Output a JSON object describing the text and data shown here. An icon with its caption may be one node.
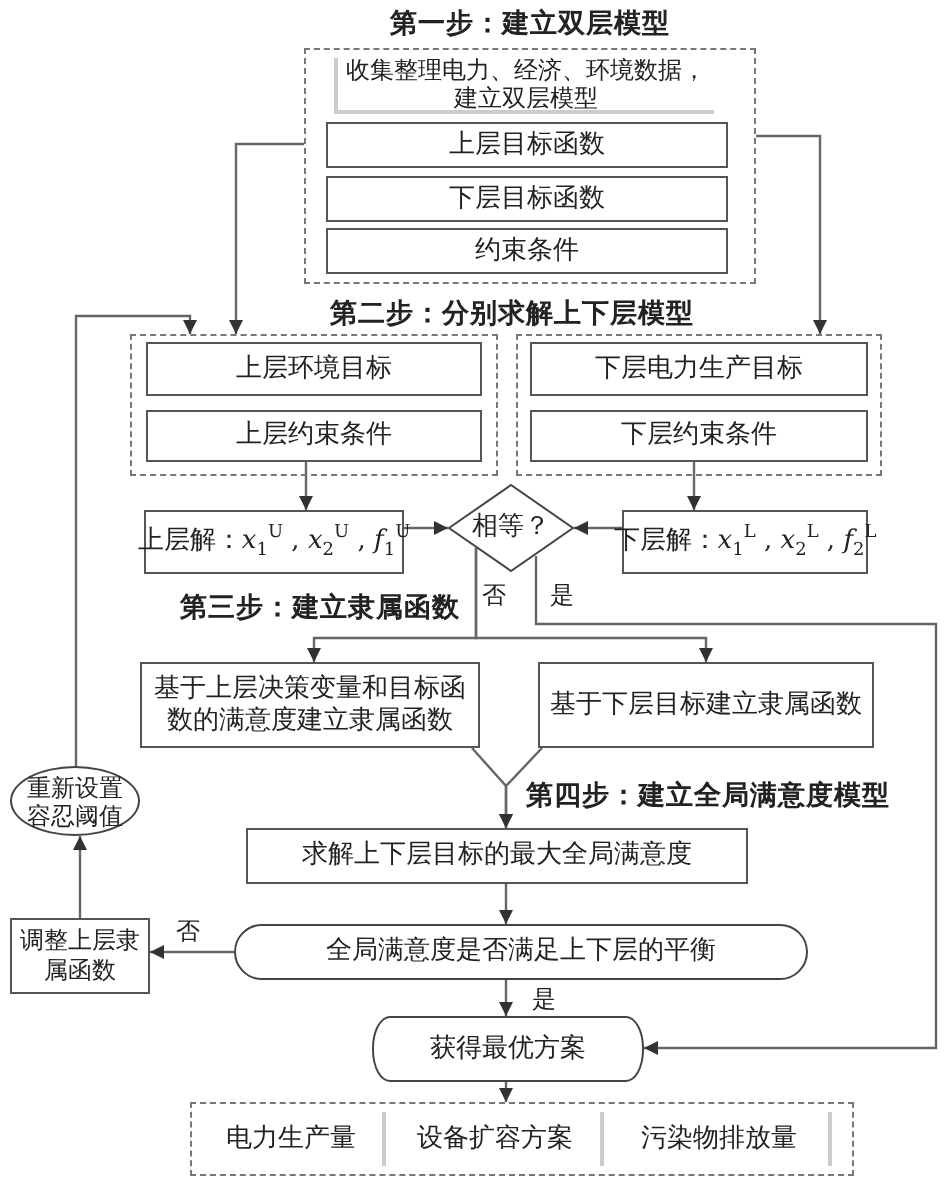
{
  "diagram": {
    "nodes": [
      {
        "text": [
          "第一步：建立双层模型"
        ]
      },
      {
        "text": [
          "收集整理电力、经济、环境数据，建立双层模型"
        ],
        "in": 0
      },
      {
        "text": [
          "上层目标函数"
        ],
        "in": 0
      },
      {
        "text": [
          "下层目标函数"
        ],
        "in": 0
      },
      {
        "text": [
          "约束条件"
        ],
        "in": 0
      },
      {
        "text": [],
        "shape": "box"
      },
      {
        "text": [
          "上层环境目标"
        ],
        "in": 5
      },
      {
        "text": [
          "上层约束条件"
        ],
        "in": 5
      },
      {
        "text": [],
        "shape": "box"
      },
      {
        "text": [
          "下层电力生产目标"
        ],
        "in": 8
      },
      {
        "text": [
          "下层约束条件"
        ],
        "in": 8
      },
      {
        "text": [
          "上层解：*x*$_{1}$$^{U}$ , *x*$_{2}$$^{U}$ , *f*$_{1}$$^{U}$"
        ]
      },
      {
        "text": [
          "相等？"
        ]
      },
      {
        "text": [
          "下层解：*x*$_{1}$$^{L}$ , *x*$_{2}$$^{L}$ , *f*$_{2}$$^{L}$"
        ]
      },
      {
        "text": [
          "基于上层决策变量和目标函数的满意度建立隶属函数"
        ]
      },
      {
        "text": [
          "基于下层目标建立隶属函数"
        ]
      },
      {
        "text": [
          "求解上下层目标的最大全局满意度"
        ]
      },
      {
        "text": [
          "全局满意度是否满足上下层的平衡"
        ]
      },
      {
        "text": [
          "获得最优方案"
        ]
      },
      {
        "text": [],
        "shape": "box"
      },
      {
        "text": [
          "电力生产量"
        ],
        "in": 19
      },
      {
        "text": [
          "设备扩容方案"
        ],
        "in": 19
      },
      {
        "text": [
          "污染物排放量"
        ],
        "in": 19
      },
      {
        "text": [
          "调整上层隶属函数"
        ]
      },
      {
        "text": [
          "重新设置容忍阈值"
        ]
      }
    ],
    "edges": [
      {
        "from": 0,
        "to": 5,
        "arrow": "to"
      },
      {
        "from": 0,
        "to": 8,
        "arrow": "to"
      },
      {
        "from": 7,
        "to": 11,
        "arrow": "to"
      },
      {
        "from": 10,
        "to": 13,
        "arrow": "to"
      },
      {
        "from": 11,
        "to": 12,
        "arrow": "to"
      },
      {
        "from": 13,
        "to": 12,
        "arrow": "to"
      },
      {
        "from": 12,
        "to": 14,
        "arrow": "to",
        "label": "否"
      },
      {
        "from": 12,
        "to": 15,
        "arrow": "to"
      },
      {
        "from": 12,
        "to": 18,
        "arrow": "to",
        "label": "是"
      },
      {
        "from": 14,
        "to": 16,
        "arrow": "to"
      },
      {
        "from": 15,
        "to": 16,
        "arrow": "to"
      },
      {
        "from": 16,
        "to": 17,
        "arrow": "to"
      },
      {
        "from": 17,
        "to": 18,
        "arrow": "to",
        "label": "是"
      },
      {
        "from": 17,
        "to": 23,
        "arrow": "to",
        "label": "否"
      },
      {
        "from": 23,
        "to": 24,
        "arrow": "to"
      },
      {
        "from": 24,
        "to": 5,
        "arrow": "to"
      },
      {
        "from": 18,
        "to": 19,
        "arrow": "to"
      }
    ],
    "labels": [
      "第二步：分别求解上下层模型",
      "第三步：建立隶属函数",
      "第四步：建立全局满意度模型"
    ]
  }
}
